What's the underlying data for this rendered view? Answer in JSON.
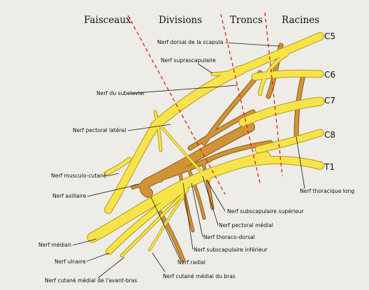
{
  "headers": {
    "faisceaux": "Faisceaux",
    "divisions": "Divisions",
    "troncs": "Troncs",
    "racines": "Racines"
  },
  "roots": {
    "c5": "C5",
    "c6": "C6",
    "c7": "C7",
    "c8": "C8",
    "t1": "T1"
  },
  "labels": {
    "dorsal_scapula": "Nerf dorsal de la scapula",
    "suprascapulaire": "Nerf suprascapulaire",
    "subclavier": "Nerf du subclavier",
    "pectoral_lateral": "Nerf pectoral latéral",
    "musculo_cutane": "Nerf musculo-cutané",
    "axillaire": "Nerf axillaire",
    "median": "Nerf médian",
    "ulnaire": "Nerf ulnaire",
    "cutane_avant_bras": "Nerf cutané médial de l'avant-bras",
    "cutane_bras": "Nerf cutané médial du bras",
    "radial": "Nerf radial",
    "subscapulaire_inferieur": "Nerf subscapulaire inférieur",
    "thoraco_dorsal": "Nerf thoraco-dorsal",
    "pectoral_medial": "Nerf pectoral médial",
    "subscapulaire_superieur": "Nerf subscapulaire supérieur",
    "thoracique_long": "Nerf thoracique long"
  },
  "colors": {
    "background": "#eeece6",
    "nerve_yellow": "#f7e44a",
    "nerve_brown": "#d09336",
    "division_lines": "#e0201b"
  }
}
